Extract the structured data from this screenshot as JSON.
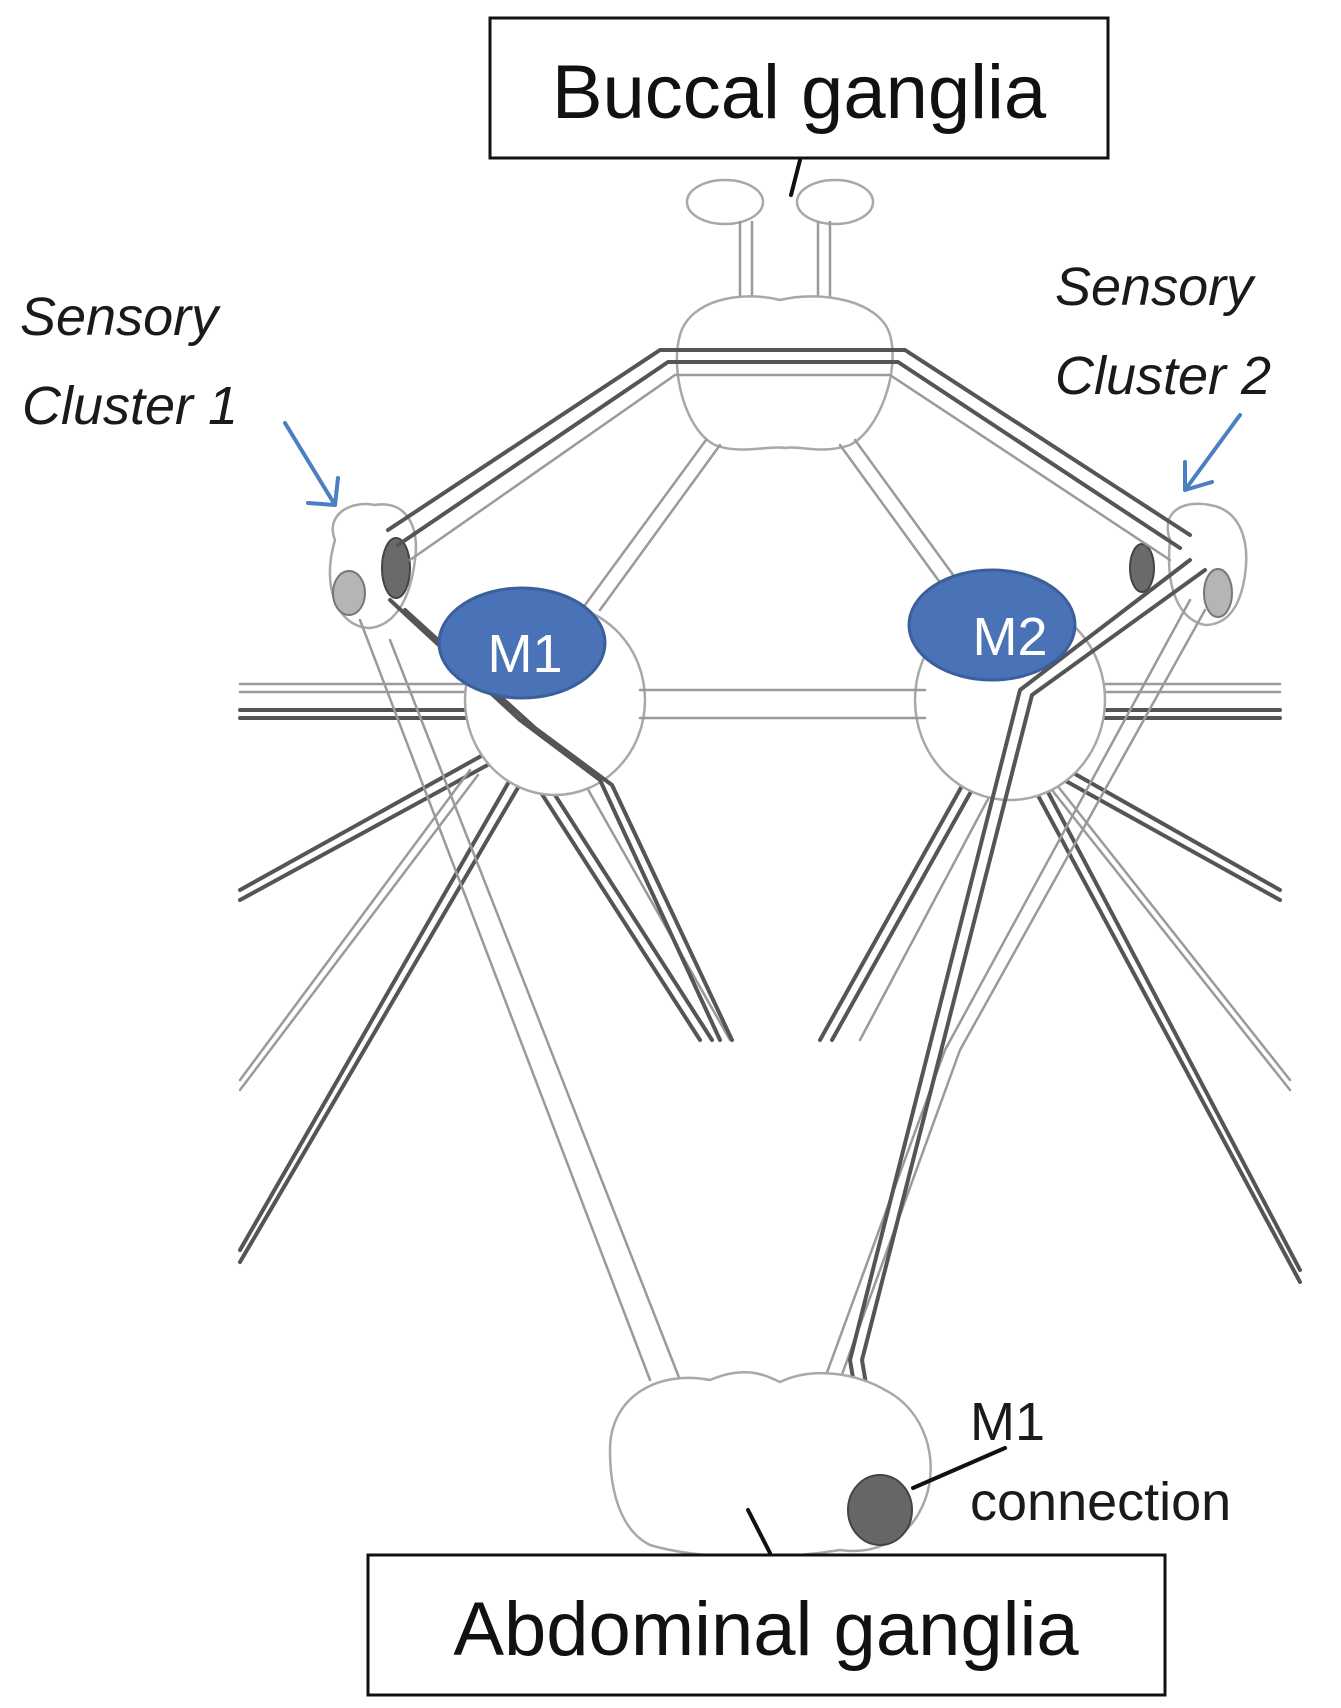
{
  "labels": {
    "buccal": "Buccal ganglia",
    "abdominal": "Abdominal ganglia",
    "sensory1_line1": "Sensory",
    "sensory1_line2": "Cluster 1",
    "sensory2_line1": "Sensory",
    "sensory2_line2": "Cluster 2",
    "m1": "M1",
    "m2": "M2",
    "m1_connection_line1": "M1",
    "m1_connection_line2": "connection"
  },
  "colors": {
    "neuron_fill": "#4a72b6",
    "neuron_stroke": "#3a5f9a",
    "arrow": "#4a7fc1",
    "sensory_dark": "#6a6a6a",
    "sensory_light": "#b5b5b5"
  }
}
